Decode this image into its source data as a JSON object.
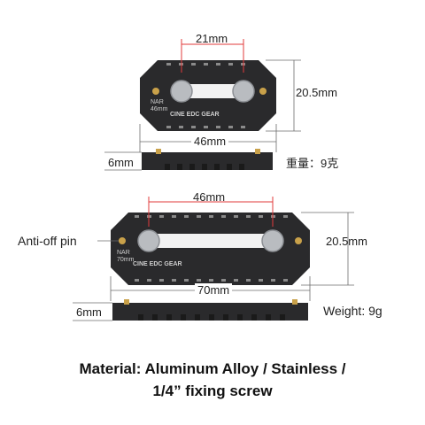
{
  "top_rail": {
    "brand_text": "NAR\n46mm",
    "maker_text": "CINE EDC GEAR",
    "dim_screw_spacing": "21mm",
    "dim_height": "20.5mm",
    "dim_length": "46mm",
    "dim_thickness": "6mm",
    "weight": "重量：9克"
  },
  "bottom_rail": {
    "brand_text": "NAR\n70mm",
    "maker_text": "CINE EDC GEAR",
    "dim_screw_spacing": "46mm",
    "dim_height": "20.5mm",
    "dim_length": "70mm",
    "dim_thickness": "6mm",
    "weight": "Weight: 9g",
    "pin_label": "Anti-off pin"
  },
  "material": {
    "line1": "Material: Aluminum Alloy / Stainless /",
    "line2": "1/4”  fixing screw"
  },
  "colors": {
    "rail": "#2a2a2c",
    "pin": "#c9a14a",
    "screw": "#b9bcc0",
    "accent": "#e23b3b",
    "dim_line": "#6b6b6b"
  }
}
